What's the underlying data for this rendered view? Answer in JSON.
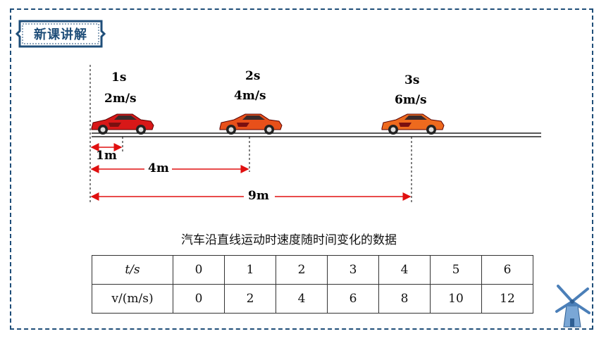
{
  "badge": {
    "title": "新课讲解"
  },
  "diagram": {
    "cars": [
      {
        "time": "1s",
        "speed": "2m/s",
        "body_color": "#d81818"
      },
      {
        "time": "2s",
        "speed": "4m/s",
        "body_color": "#e8501a"
      },
      {
        "time": "3s",
        "speed": "6m/s",
        "body_color": "#ee6a1e"
      }
    ],
    "distances": [
      "1m",
      "4m",
      "9m"
    ],
    "arrow_color": "#e01010"
  },
  "table": {
    "caption": "汽车沿直线运动时速度随时间变化的数据",
    "rows": [
      {
        "label": "t/s",
        "values": [
          "0",
          "1",
          "2",
          "3",
          "4",
          "5",
          "6"
        ]
      },
      {
        "label": "v/(m/s)",
        "values": [
          "0",
          "2",
          "4",
          "6",
          "8",
          "10",
          "12"
        ]
      }
    ]
  },
  "colors": {
    "frame": "#1f4e79",
    "badge_fill": "#ffffff"
  }
}
